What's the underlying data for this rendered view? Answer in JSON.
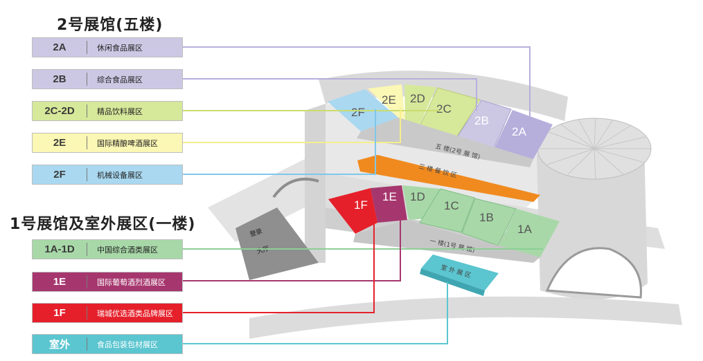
{
  "hall2": {
    "title": "2号展馆(五楼)",
    "rows": [
      {
        "code": "2A",
        "desc": "休闲食品展区",
        "bg": "#ccc8e4",
        "text_color": "#3a3a3a"
      },
      {
        "code": "2B",
        "desc": "综合食品展区",
        "bg": "#ccc8e4",
        "text_color": "#3a3a3a"
      },
      {
        "code": "2C-2D",
        "desc": "精品饮料展区",
        "bg": "#d6e89a",
        "text_color": "#3a3a3a"
      },
      {
        "code": "2E",
        "desc": "国际精酿啤酒展区",
        "bg": "#fbf7b4",
        "text_color": "#3a3a3a"
      },
      {
        "code": "2F",
        "desc": "机械设备展区",
        "bg": "#a9d8f0",
        "text_color": "#3a3a3a"
      }
    ]
  },
  "hall1": {
    "title": "1号展馆及室外展区(一楼)",
    "rows": [
      {
        "code": "1A-1D",
        "desc": "中国综合酒类展区",
        "bg": "#a8d8a8",
        "text_color": "#3a3a3a"
      },
      {
        "code": "1E",
        "desc": "国际葡萄酒烈酒展区",
        "bg": "#a6376e",
        "text_color": "#ffffff"
      },
      {
        "code": "1F",
        "desc": "瑞城优选酒类品牌展区",
        "bg": "#e5202a",
        "text_color": "#ffffff"
      },
      {
        "code": "室外",
        "desc": "食品包装包材展区",
        "bg": "#5bc5d0",
        "text_color": "#ffffff"
      }
    ]
  },
  "map": {
    "floor5_zones": [
      {
        "code": "2F",
        "color": "#a9d8f0"
      },
      {
        "code": "2E",
        "color": "#fbf7b4"
      },
      {
        "code": "2D",
        "color": "#d6e89a"
      },
      {
        "code": "2C",
        "color": "#d6e89a"
      },
      {
        "code": "2B",
        "color": "#ccc8e4"
      },
      {
        "code": "2A",
        "color": "#b6afdc"
      }
    ],
    "floor5_label": "五 楼(2号 展 馆)",
    "dining_label": "三 楼 餐 饮 区",
    "dining_color": "#f08a1e",
    "floor1_zones": [
      {
        "code": "1F",
        "color": "#e5202a"
      },
      {
        "code": "1E",
        "color": "#a6376e"
      },
      {
        "code": "1D",
        "color": "#a8d8a8"
      },
      {
        "code": "1C",
        "color": "#a8d8a8"
      },
      {
        "code": "1B",
        "color": "#a8d8a8"
      },
      {
        "code": "1A",
        "color": "#a8d8a8"
      }
    ],
    "floor1_label": "一 楼(1号 展 馆)",
    "lobby_label_1": "登录",
    "lobby_label_2": "大厅",
    "outdoor_label": "室 外 展 区",
    "outdoor_color": "#5bc5d0"
  }
}
